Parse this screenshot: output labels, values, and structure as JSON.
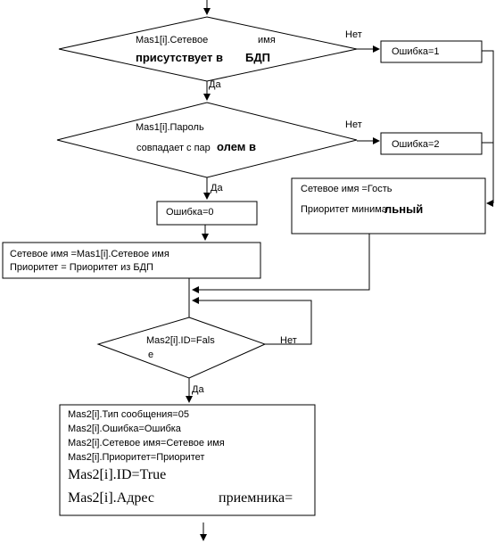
{
  "decisions": {
    "d1": {
      "line1": "Mas1[i].Сетевое",
      "line1b": "имя",
      "line2a": "присутствует в",
      "line2b": "БДП"
    },
    "d2": {
      "line1": "Mas1[i].Пароль",
      "line2a": "совпадает с пар",
      "line2b": "олем в"
    },
    "d3": {
      "line1": "Mas2[i].ID=Fals",
      "line2": "e"
    }
  },
  "labels": {
    "no": "Нет",
    "yes": "Да"
  },
  "processes": {
    "err1": "Ошибка=1",
    "err2": "Ошибка=2",
    "err0": "Ошибка=0",
    "guest": {
      "line1": "Сетевое имя =Гость",
      "line2a": "Приоритет минима",
      "line2b": "льный"
    },
    "assign": {
      "line1": "Сетевое имя =Mas1[i].Сетевое имя",
      "line2": "Приоритет = Приоритет из БДП"
    },
    "message": {
      "line1": "Mas2[i].Тип сообщения=05",
      "line2": "Mas2[i].Ошибка=Ошибка",
      "line3": "Mas2[i].Сетевое имя=Сетевое имя",
      "line4": "Mas2[i].Приоритет=Приоритет",
      "line5": "Mas2[i].ID=True",
      "line6a": "Mas2[i].Адрес",
      "line6b": "приемника="
    }
  }
}
